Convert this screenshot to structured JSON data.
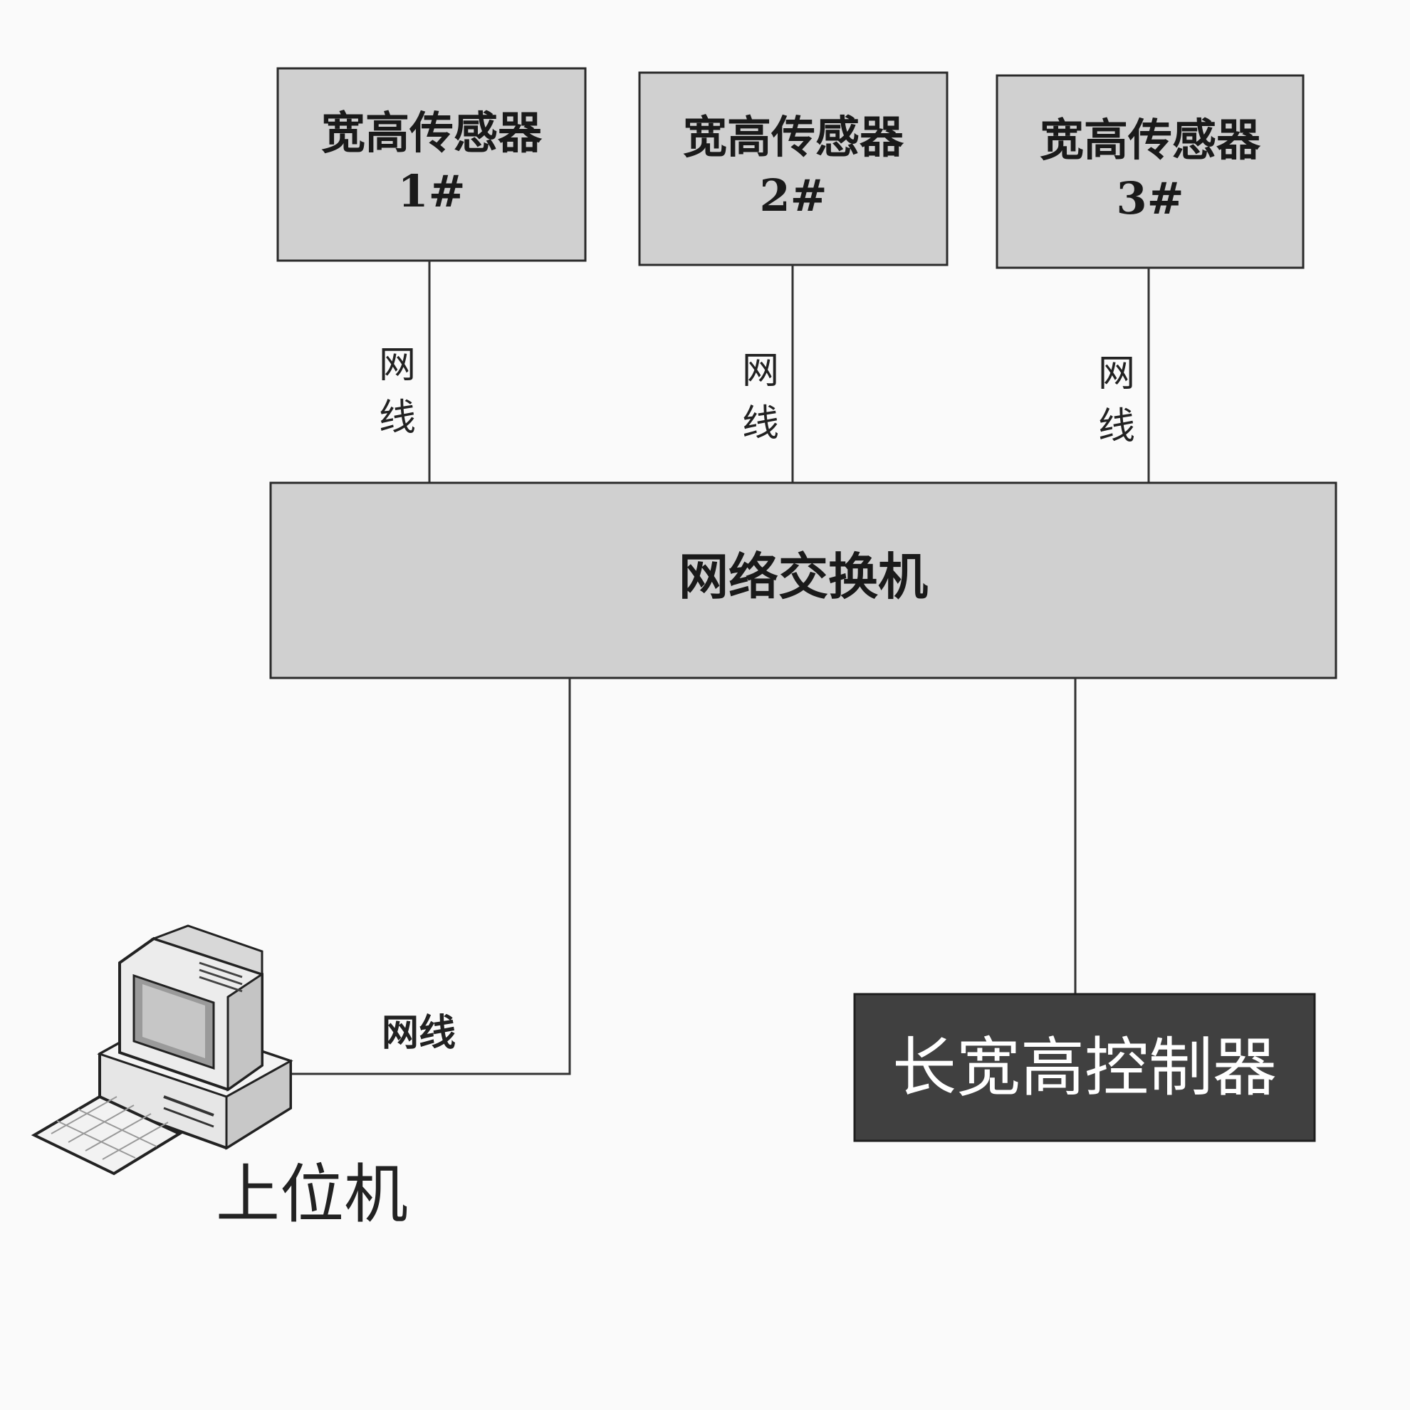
{
  "sensors": [
    {
      "label": "宽高传感器",
      "number": "1#"
    },
    {
      "label": "宽高传感器",
      "number": "2#"
    },
    {
      "label": "宽高传感器",
      "number": "3#"
    }
  ],
  "cable_label": "网线",
  "cable_label_chars": [
    "网",
    "线"
  ],
  "switch_label": "网络交换机",
  "controller_label": "长宽高控制器",
  "host_label": "上位机",
  "colors": {
    "box_gray": "#d0d0d0",
    "controller_dark": "#404040",
    "controller_text": "#ffffff"
  }
}
